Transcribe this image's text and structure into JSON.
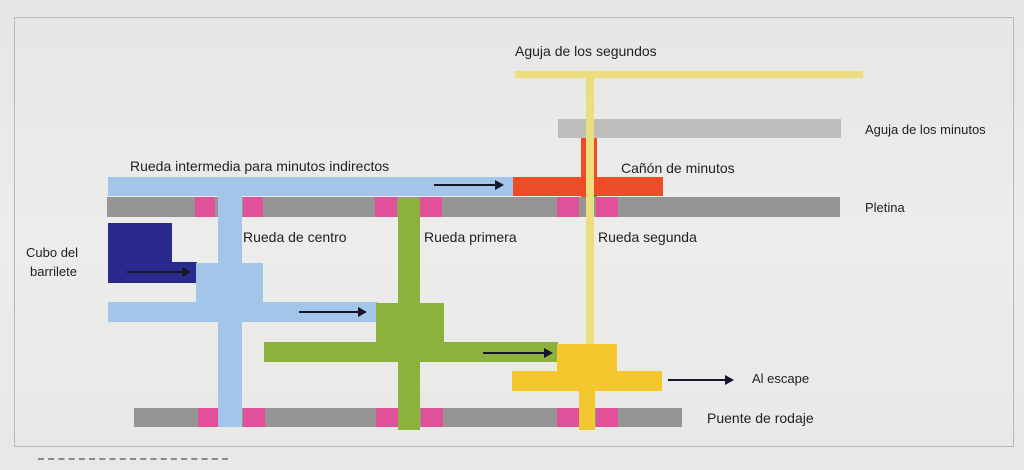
{
  "diagram": {
    "labels": {
      "seconds_hand": "Aguja de los segundos",
      "minutes_hand": "Aguja de los minutos",
      "intermediate_wheel": "Rueda intermedia para minutos indirectos",
      "minute_pipe": "Cañón de minutos",
      "plate": "Pletina",
      "barrel_hub_line1": "Cubo del",
      "barrel_hub_line2": "barrilete",
      "center_wheel": "Rueda de centro",
      "first_wheel": "Rueda primera",
      "second_wheel": "Rueda segunda",
      "escape": "Al escape",
      "train_bridge": "Puente de rodaje"
    },
    "colors": {
      "light_blue": "#a3c5e9",
      "green": "#8cb23d",
      "yellow": "#f4c72e",
      "pale_yellow": "#ecde7c",
      "orange": "#ec4d26",
      "navy": "#2a2a8c",
      "gray": "#959595",
      "light_gray": "#bdbdbd",
      "magenta": "#e0519a"
    }
  }
}
